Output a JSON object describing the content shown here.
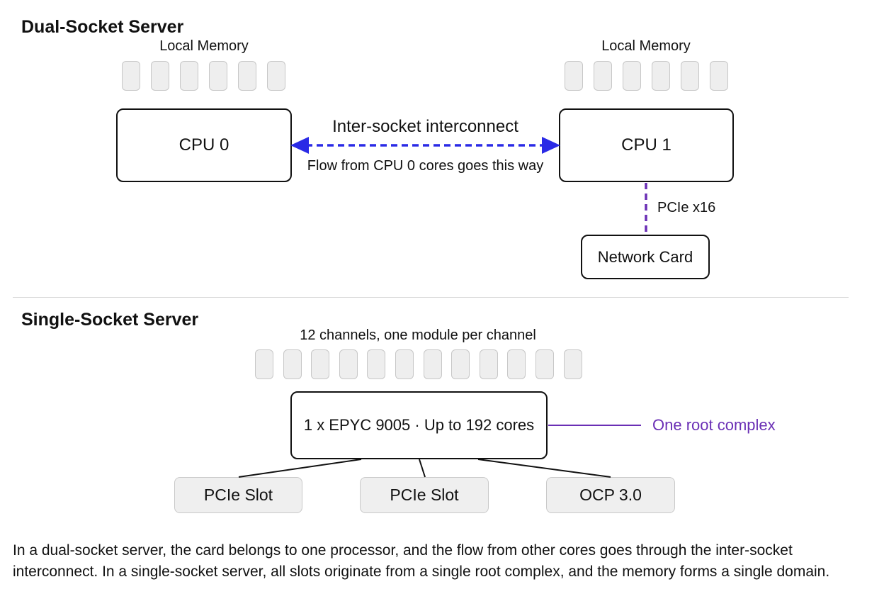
{
  "dual_socket": {
    "title": "Dual-Socket Server",
    "cpu0": {
      "label": "CPU 0",
      "memory_label": "Local Memory",
      "memory_modules": 6
    },
    "cpu1": {
      "label": "CPU 1",
      "memory_label": "Local Memory",
      "memory_modules": 6
    },
    "interconnect_label": "Inter-socket interconnect",
    "flow_label": "Flow from CPU 0 cores goes this way",
    "pcie_label": "PCIe x16",
    "network_card_label": "Network Card"
  },
  "single_socket": {
    "title": "Single-Socket Server",
    "memory_label": "12 channels, one module per channel",
    "memory_modules": 12,
    "cpu_label": "1 x EPYC 9005 · Up to 192 cores",
    "root_complex_label": "One root complex",
    "slots": [
      {
        "label": "PCIe Slot"
      },
      {
        "label": "PCIe Slot"
      },
      {
        "label": "OCP 3.0"
      }
    ]
  },
  "caption": "In a dual-socket server, the card belongs to one processor, and the flow from other cores goes through the inter-socket interconnect. In a single-socket server, all slots originate from a single root complex, and the memory forms a single domain.",
  "colors": {
    "interconnect": "#2a2ae6",
    "pcie_link": "#6a2fb5",
    "root_complex": "#6a2fb5"
  }
}
